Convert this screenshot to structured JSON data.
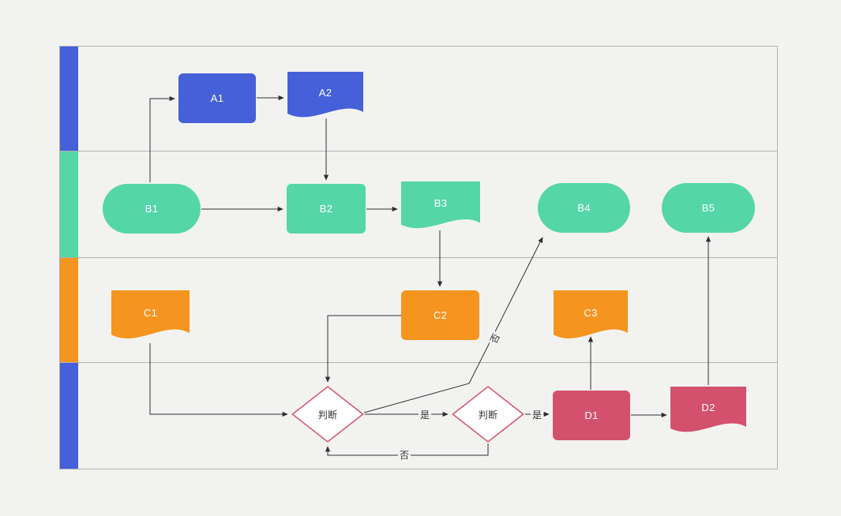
{
  "diagram_type": "swimlane-flowchart",
  "nodes": {
    "a1": {
      "label": "A1",
      "shape": "rounded-rect",
      "color": "#4560d8"
    },
    "a2": {
      "label": "A2",
      "shape": "document",
      "color": "#4560d8"
    },
    "b1": {
      "label": "B1",
      "shape": "stadium",
      "color": "#55d6a9"
    },
    "b2": {
      "label": "B2",
      "shape": "rounded-rect",
      "color": "#55d6a9"
    },
    "b3": {
      "label": "B3",
      "shape": "document",
      "color": "#55d6a9"
    },
    "b4": {
      "label": "B4",
      "shape": "stadium",
      "color": "#55d6a9"
    },
    "b5": {
      "label": "B5",
      "shape": "stadium",
      "color": "#55d6a9"
    },
    "c1": {
      "label": "C1",
      "shape": "document",
      "color": "#f5941f"
    },
    "c2": {
      "label": "C2",
      "shape": "rounded-rect",
      "color": "#f5941f"
    },
    "c3": {
      "label": "C3",
      "shape": "document",
      "color": "#f5941f"
    },
    "decision1": {
      "label": "判断",
      "shape": "diamond",
      "color": "#ffffff"
    },
    "decision2": {
      "label": "判断",
      "shape": "diamond",
      "color": "#ffffff"
    },
    "d1": {
      "label": "D1",
      "shape": "rounded-rect",
      "color": "#d4516e"
    },
    "d2": {
      "label": "D2",
      "shape": "document",
      "color": "#d4516e"
    }
  },
  "edge_labels": {
    "yes1": "是",
    "yes2": "是",
    "no_loop": "否",
    "no_to_b4": "否"
  },
  "edges": [
    {
      "from": "b1",
      "to": "a1"
    },
    {
      "from": "a1",
      "to": "a2"
    },
    {
      "from": "a2",
      "to": "b2"
    },
    {
      "from": "b1",
      "to": "b2"
    },
    {
      "from": "b2",
      "to": "b3"
    },
    {
      "from": "b3",
      "to": "c2"
    },
    {
      "from": "c2",
      "to": "decision1"
    },
    {
      "from": "c1",
      "to": "decision1"
    },
    {
      "from": "decision1",
      "to": "decision2",
      "label": "是"
    },
    {
      "from": "decision2",
      "to": "d1",
      "label": "是"
    },
    {
      "from": "decision2",
      "to": "decision1",
      "label": "否"
    },
    {
      "from": "decision1",
      "to": "b4",
      "label": "否"
    },
    {
      "from": "d1",
      "to": "c3"
    },
    {
      "from": "d1",
      "to": "d2"
    },
    {
      "from": "d2",
      "to": "b5"
    }
  ],
  "lanes": [
    {
      "color": "#4560d8"
    },
    {
      "color": "#55d6a9"
    },
    {
      "color": "#f5941f"
    },
    {
      "color": "#4560d8"
    }
  ],
  "colors": {
    "line": "#2f2f2f",
    "lane_border": "#b1b1b1",
    "canvas_bg": "#f2f3f1",
    "diamond_border": "#d4516e",
    "node_text": "#ffffff",
    "decision_text": "#333333"
  }
}
